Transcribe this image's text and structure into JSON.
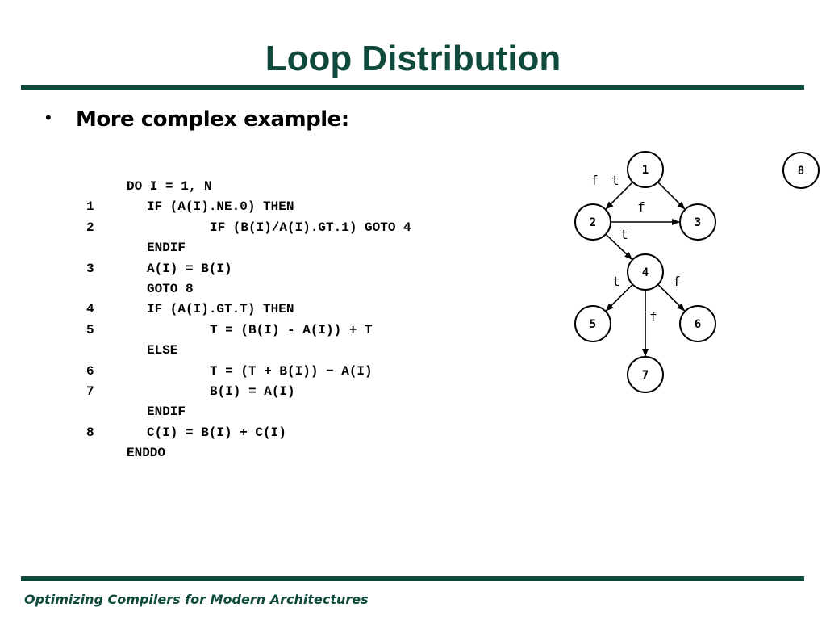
{
  "slide": {
    "title": "Loop Distribution",
    "bullet": "More complex example:",
    "footer": "Optimizing Compilers for Modern Architectures"
  },
  "code": [
    {
      "num": "",
      "text": "DO I = 1, N",
      "indent": 0
    },
    {
      "num": "1",
      "text": "IF (A(I).NE.0) THEN",
      "indent": 1
    },
    {
      "num": "2",
      "text": "IF (B(I)/A(I).GT.1) GOTO 4",
      "indent": 2
    },
    {
      "num": "",
      "text": "ENDIF",
      "indent": 1
    },
    {
      "num": "3",
      "text": "A(I) = B(I)",
      "indent": 1
    },
    {
      "num": "",
      "text": "GOTO 8",
      "indent": 1
    },
    {
      "num": "4",
      "text": "IF (A(I).GT.T) THEN",
      "indent": 1
    },
    {
      "num": "5",
      "text": "T = (B(I) - A(I)) + T",
      "indent": 2
    },
    {
      "num": "",
      "text": "ELSE",
      "indent": 1
    },
    {
      "num": "6",
      "text": "T = (T + B(I)) − A(I)",
      "indent": 2
    },
    {
      "num": "7",
      "text": "B(I) = A(I)",
      "indent": 2
    },
    {
      "num": "",
      "text": "ENDIF",
      "indent": 1
    },
    {
      "num": "8",
      "text": "C(I) = B(I) + C(I)",
      "indent": 1
    },
    {
      "num": "",
      "text": "ENDDO",
      "indent": 0
    }
  ],
  "graph": {
    "nodes": [
      "1",
      "2",
      "3",
      "4",
      "5",
      "6",
      "7",
      "8"
    ],
    "edges": [
      {
        "from": "1",
        "to": "2",
        "label": "t"
      },
      {
        "from": "1",
        "to": "3",
        "label": "f"
      },
      {
        "from": "2",
        "to": "3",
        "label": "f"
      },
      {
        "from": "2",
        "to": "4",
        "label": "t"
      },
      {
        "from": "4",
        "to": "5",
        "label": "t"
      },
      {
        "from": "4",
        "to": "6",
        "label": "f"
      },
      {
        "from": "4",
        "to": "7",
        "label": "f"
      }
    ]
  },
  "colors": {
    "accent": "#0f4a3c",
    "text": "#000000",
    "background": "#ffffff"
  }
}
